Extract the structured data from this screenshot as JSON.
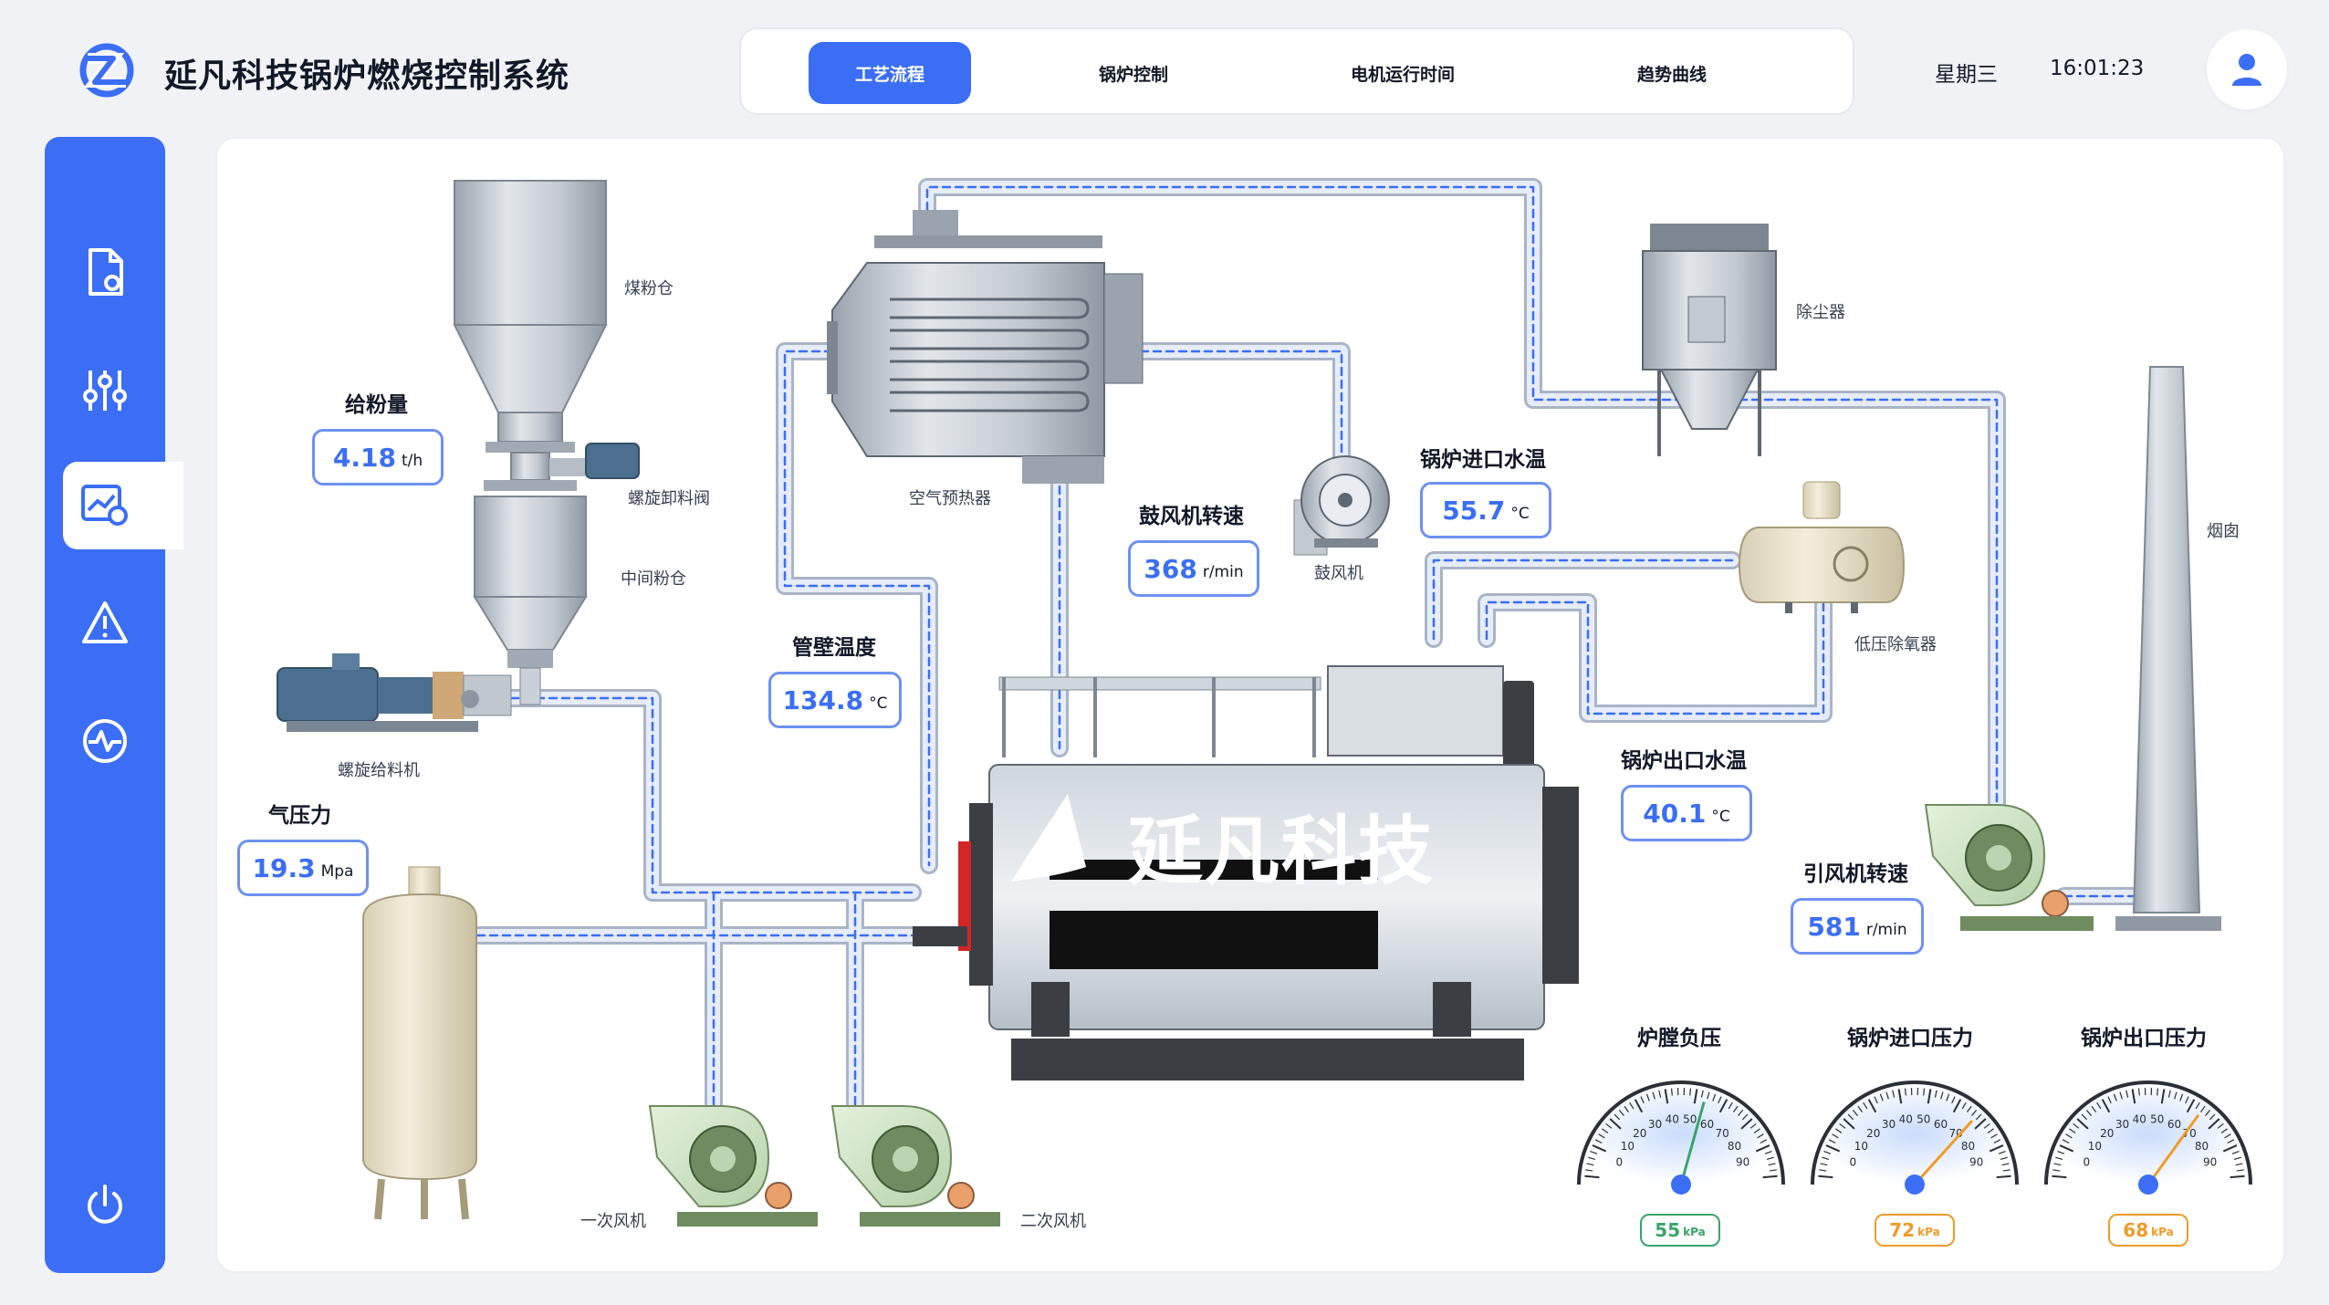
{
  "app": {
    "title": "延凡科技锅炉燃烧控制系统",
    "weekday": "星期三",
    "time": "16:01:23"
  },
  "nav": {
    "tabs": [
      "工艺流程",
      "锅炉控制",
      "电机运行时间",
      "趋势曲线"
    ],
    "active": "工艺流程"
  },
  "sidebar": {
    "items": [
      "document-settings-icon",
      "sliders-icon",
      "chart-settings-icon",
      "warning-icon",
      "pulse-icon"
    ],
    "active": "chart-settings-icon",
    "power": "power-icon"
  },
  "colors": {
    "primary": "#3b6ef5",
    "pipe": "#dfe6f6",
    "green": "#3aa46a",
    "orange": "#f09a28"
  },
  "equipment": {
    "coal_bin": "煤粉仓",
    "screw_valve": "螺旋卸料阀",
    "mid_bin": "中间粉仓",
    "screw_feeder": "螺旋给料机",
    "air_preheater": "空气预热器",
    "blower": "鼓风机",
    "dust_collector": "除尘器",
    "chimney": "烟囱",
    "deaerator": "低压除氧器",
    "primary_fan": "一次风机",
    "secondary_fan": "二次风机",
    "brand": "延凡科技"
  },
  "metrics": {
    "feed_rate": {
      "title": "给粉量",
      "value": "4.18",
      "unit": "t/h"
    },
    "gas_pressure": {
      "title": "气压力",
      "value": "19.3",
      "unit": "Mpa"
    },
    "wall_temp": {
      "title": "管壁温度",
      "value": "134.8",
      "unit": "°C"
    },
    "blower_speed": {
      "title": "鼓风机转速",
      "value": "368",
      "unit": "r/min"
    },
    "inlet_temp": {
      "title": "锅炉进口水温",
      "value": "55.7",
      "unit": "°C"
    },
    "outlet_temp": {
      "title": "锅炉出口水温",
      "value": "40.1",
      "unit": "°C"
    },
    "induced_fan_speed": {
      "title": "引风机转速",
      "value": "581",
      "unit": "r/min"
    }
  },
  "gauges": [
    {
      "title": "炉膛负压",
      "value": "55",
      "unit": "kPa",
      "reading": 55,
      "color": "#3aa46a"
    },
    {
      "title": "锅炉进口压力",
      "value": "72",
      "unit": "kPa",
      "reading": 72,
      "color": "#f09a28"
    },
    {
      "title": "锅炉出口压力",
      "value": "68",
      "unit": "kPa",
      "reading": 68,
      "color": "#f09a28"
    }
  ],
  "gauge_scale": [
    "0",
    "10",
    "20",
    "30",
    "40",
    "50",
    "60",
    "70",
    "80",
    "90"
  ]
}
